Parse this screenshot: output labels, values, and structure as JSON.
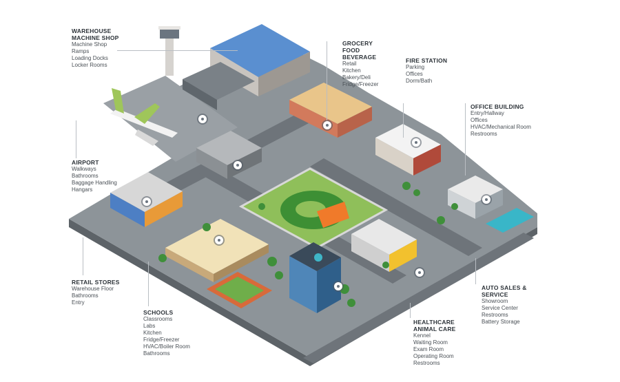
{
  "callouts": {
    "warehouse": {
      "title": "WAREHOUSE MACHINE SHOP",
      "items": [
        "Machine Shop",
        "Ramps",
        "Loading Docks",
        "Locker Rooms"
      ]
    },
    "grocery": {
      "title": "GROCERY FOOD BEVERAGE",
      "items": [
        "Retail",
        "Kitchen",
        "Bakery/Deli",
        "Fridge/Freezer"
      ]
    },
    "fire_station": {
      "title": "FIRE STATION",
      "items": [
        "Parking",
        "Offices",
        "Dorm/Bath"
      ]
    },
    "office": {
      "title": "OFFICE BUILDING",
      "items": [
        "Entry/Hallway",
        "Offices",
        "HVAC/Mechanical Room",
        "Restrooms"
      ]
    },
    "airport": {
      "title": "AIRPORT",
      "items": [
        "Walkways",
        "Bathrooms",
        "Baggage Handling",
        "Hangars"
      ]
    },
    "retail": {
      "title": "RETAIL STORES",
      "items": [
        "Warehouse Floor",
        "Bathrooms",
        "Entry"
      ]
    },
    "schools": {
      "title": "SCHOOLS",
      "items": [
        "Classrooms",
        "Labs",
        "Kitchen",
        "Fridge/Freezer",
        "HVAC/Boiler Room",
        "Bathrooms"
      ]
    },
    "auto": {
      "title": "AUTO SALES & SERVICE",
      "items": [
        "Showroom",
        "Service Center",
        "Restrooms",
        "Battery Storage"
      ]
    },
    "healthcare": {
      "title": "HEALTHCARE ANIMAL CARE",
      "items": [
        "Kennel",
        "Waiting Room",
        "Exam Room",
        "Operating Room",
        "Restrooms"
      ]
    }
  },
  "colors": {
    "ground": "#8d9499",
    "road": "#6e747a",
    "grass": "#8fbf5a",
    "tree": "#3f8f3a",
    "park_logo_green": "#3d8f34",
    "park_logo_orange": "#f07a2a"
  }
}
